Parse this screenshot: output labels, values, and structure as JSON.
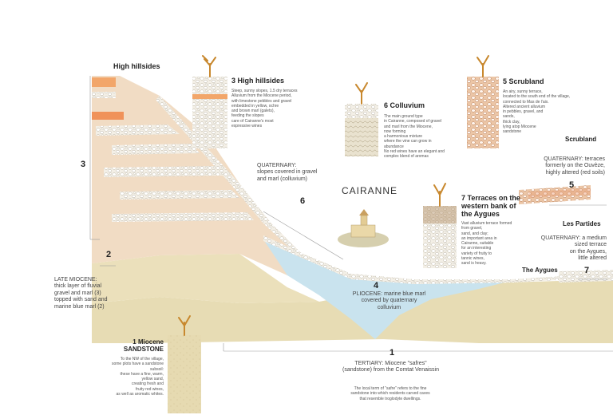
{
  "title": "High hillsides",
  "cairanne_label": "CAIRANNE",
  "soils": [
    {
      "num": "1",
      "name": "Miocene",
      "name2": "SANDSTONE",
      "desc": [
        "To the NW of the village,",
        "some plots have a sandstone",
        "subsoil:",
        "these have a fine, warm,",
        "yellow sand,",
        "creating fresh and",
        "fruity red wines,",
        "as well as aromatic whites."
      ]
    },
    {
      "num": "3",
      "name": "High hillsides",
      "desc": [
        "Steep, sunny slopes, 1.5 dry terraces",
        "",
        "Alluvium from the Miocene period,",
        "with limestone pebbles and gravel",
        "embedded in yellow, ochre",
        "and brown marl (galets),",
        "feeding the slopes",
        "care of Cairanne's most",
        "expressive wines"
      ]
    },
    {
      "num": "5",
      "name": "Scrubland",
      "desc": [
        "An airy, sunny terrace,",
        "located to the south end of the village,",
        "connected to Mas de l'aix.",
        "",
        "Altered ancient alluvium",
        "in pebbles, gravel, and",
        "sands,",
        "",
        "thick clay,",
        "lying atop Miocene",
        "sandstone"
      ]
    },
    {
      "num": "6",
      "name": "Colluvium",
      "desc": [
        "The main ground type",
        "in Cairanne, composed of gravel",
        "and marl from the Miocene,",
        "now forming",
        "a harmonious mixture",
        "",
        "where the vine can grow in",
        "abundance",
        "",
        "No red wines have an elegant and",
        "complex blend of aromas"
      ]
    },
    {
      "num": "7",
      "name": "Terraces on the",
      "name2": "western bank of",
      "name3": "the Aygues",
      "desc": [
        "Vast alluvium terrace formed",
        "from gravel,",
        "sand, and clay;",
        "an important area in",
        "Cairanne, suitable",
        "for an interesting",
        "variety of fruity to",
        "tannic wines,",
        "sand is heavy."
      ]
    }
  ],
  "annotations": {
    "quaternary_slopes": [
      "QUATERNARY:",
      "slopes covered in gravel",
      "and marl (colluvium)"
    ],
    "scrubland_title": "Scrubland",
    "quaternary_terraces": [
      "QUATERNARY: terraces",
      "formerly on the Ouvèze,",
      "highly altered (red soils)"
    ],
    "les_partides": "Les Partides",
    "quaternary_medium": [
      "QUATERNARY: a medium",
      "sized terrace",
      "on the Aygues,",
      "little altered"
    ],
    "the_aygues": "The Aygues",
    "late_miocene": [
      "LATE MIOCENE:",
      "thick layer of fluvial",
      "gravel and marl (3)",
      "topped with sand and",
      "marine blue marl (2)"
    ],
    "pliocene": [
      "PLIOCENE: marine blue marl",
      "covered by quaternary",
      "colluvium"
    ],
    "tertiary": [
      "TERTIARY: Miocene \"safres\"",
      "(sandstone) from the Comtat Venaissin"
    ],
    "safre_note": [
      "The local term of \"safre\" refers to the fine",
      "sandstone into which residents carved caves",
      "that resemble troglodyte dwellings."
    ]
  },
  "markers": [
    "2",
    "3",
    "4",
    "5",
    "6",
    "7",
    "1"
  ],
  "colors": {
    "sandstone": "#e7dcb4",
    "blue_marl": "#c9e3ee",
    "terrace_orange": "#f2b07a",
    "red_soil": "#e8956a",
    "trunk": "#c8882e"
  }
}
